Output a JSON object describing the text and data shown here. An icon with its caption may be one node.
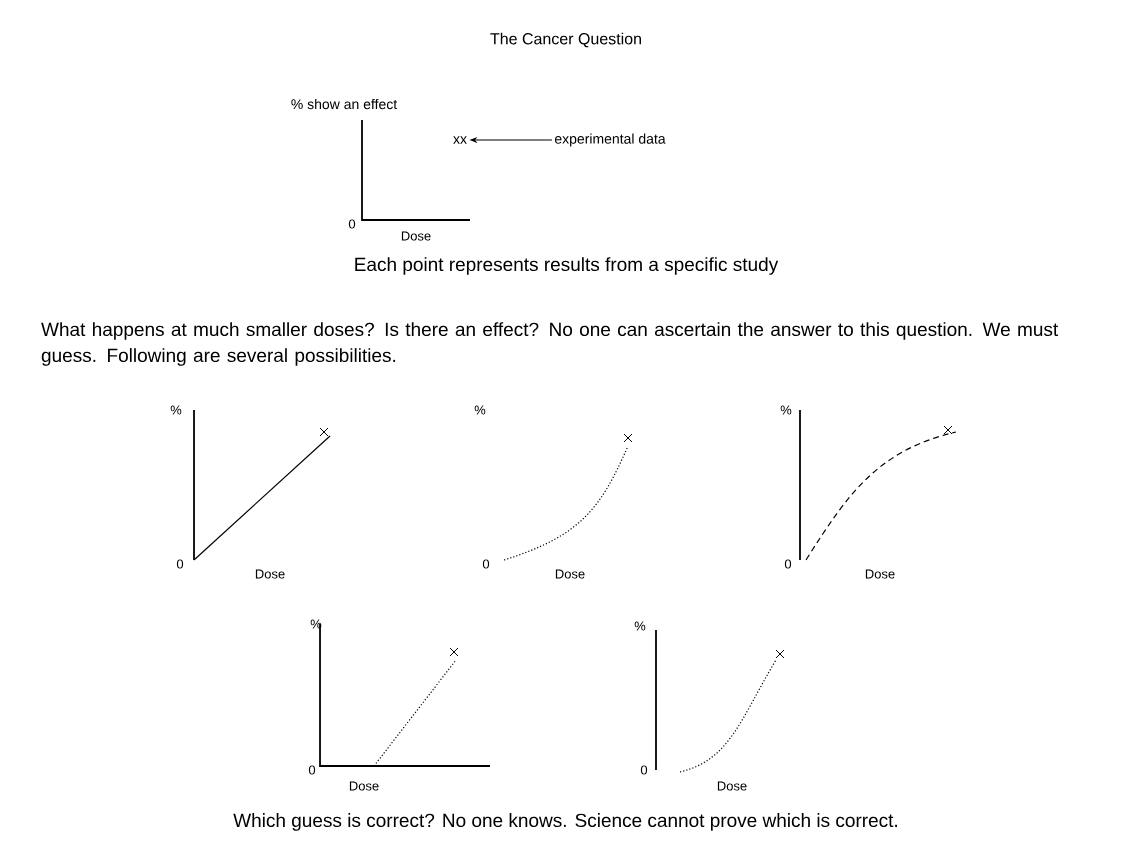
{
  "diagram": {
    "title": "The Cancer Question",
    "nodes": [
      {
        "text": [
          "xx"
        ]
      },
      {
        "text": [
          "experimental data"
        ]
      }
    ],
    "edges": [
      {
        "from": 1,
        "to": 0,
        "arrow": "to"
      }
    ],
    "labels": [
      "% show an effect",
      "0",
      "Dose",
      "Each point represents results from a specific study",
      "What happens at much smaller doses? Is there an effect? No one can ascertain the answer to this question. We must guess. Following are several possibilities.",
      "%",
      "0",
      "Dose",
      "%",
      "0",
      "Dose",
      "%",
      "0",
      "Dose",
      "%",
      "0",
      "Dose",
      "%",
      "0",
      "Dose"
    ],
    "caption": "Which guess is correct? No one knows. Science cannot prove which is correct."
  }
}
